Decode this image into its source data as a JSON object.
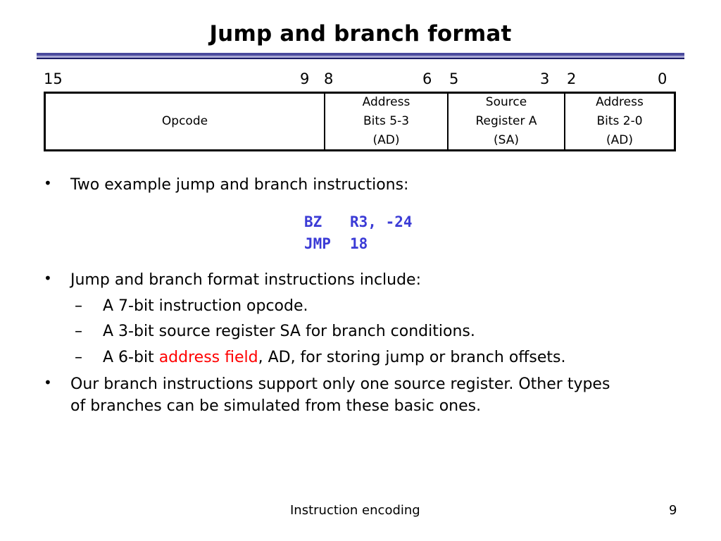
{
  "slide": {
    "title": "Jump and branch format",
    "bit_positions": [
      "15",
      "9",
      "8",
      "6",
      "5",
      "3",
      "2",
      "0"
    ],
    "fields": [
      {
        "lines": [
          "Opcode"
        ]
      },
      {
        "lines": [
          "Address",
          "Bits 5-3",
          "(AD)"
        ]
      },
      {
        "lines": [
          "Source",
          "Register A",
          "(SA)"
        ]
      },
      {
        "lines": [
          "Address",
          "Bits 2-0",
          "(AD)"
        ]
      }
    ],
    "bullet1": "Two example jump and branch instructions:",
    "code": [
      {
        "op": "BZ",
        "args": "R3, -24"
      },
      {
        "op": "JMP",
        "args": "18"
      }
    ],
    "bullet2": "Jump and branch format instructions include:",
    "sub_items": [
      {
        "text": "A 7-bit instruction opcode."
      },
      {
        "text": "A 3-bit source register SA for branch conditions."
      },
      {
        "prefix": "A 6-bit ",
        "highlight": "address field",
        "suffix": ", AD, for storing jump or branch offsets."
      }
    ],
    "bullet3_line1": "Our branch instructions support only one source register.  Other types",
    "bullet3_line2": "of branches can be simulated from these basic ones.",
    "footer_label": "Instruction encoding",
    "page_number": "9",
    "colors": {
      "code": "#3b3bd6",
      "highlight": "#ff0000",
      "rule": "#4b4b9e"
    }
  }
}
